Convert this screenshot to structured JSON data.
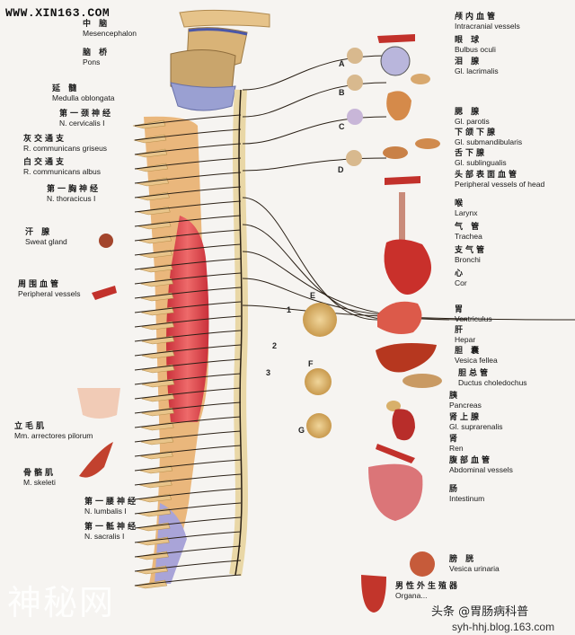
{
  "site_watermark": "WWW.XIN163.COM",
  "left_labels": [
    {
      "zh": "中 脑",
      "la": "Mesencephalon"
    },
    {
      "zh": "脑 桥",
      "la": "Pons"
    },
    {
      "zh": "延 髓",
      "la": "Medulla oblongata"
    },
    {
      "zh": "第一颈神经",
      "la": "N. cervicalis I"
    },
    {
      "zh": "灰交通支",
      "la": "R. communicans griseus"
    },
    {
      "zh": "白交通支",
      "la": "R. communicans albus"
    },
    {
      "zh": "第一胸神经",
      "la": "N. thoracicus I"
    },
    {
      "zh": "汗 腺",
      "la": "Sweat gland"
    },
    {
      "zh": "周围血管",
      "la": "Peripheral vessels"
    },
    {
      "zh": "立毛肌",
      "la": "Mm. arrectores pilorum"
    },
    {
      "zh": "骨骼肌",
      "la": "M. skeleti"
    },
    {
      "zh": "第一腰神经",
      "la": "N. lumbalis I"
    },
    {
      "zh": "第一骶神经",
      "la": "N. sacralis I"
    }
  ],
  "right_labels": [
    {
      "zh": "颅内血管",
      "la": "Intracranial vessels"
    },
    {
      "zh": "眼 球",
      "la": "Bulbus oculi"
    },
    {
      "zh": "泪 腺",
      "la": "Gl. lacrimalis"
    },
    {
      "zh": "腮 腺",
      "la": "Gl. parotis"
    },
    {
      "zh": "下颌下腺",
      "la": "Gl. submandibularis"
    },
    {
      "zh": "舌下腺",
      "la": "Gl. sublingualis"
    },
    {
      "zh": "头部表面血管",
      "la": "Peripheral vessels of head"
    },
    {
      "zh": "喉",
      "la": "Larynx"
    },
    {
      "zh": "气 管",
      "la": "Trachea"
    },
    {
      "zh": "支气管",
      "la": "Bronchi"
    },
    {
      "zh": "心",
      "la": "Cor"
    },
    {
      "zh": "胃",
      "la": "Ventriculus"
    },
    {
      "zh": "肝",
      "la": "Hepar"
    },
    {
      "zh": "胆 囊",
      "la": "Vesica fellea"
    },
    {
      "zh": "胆总管",
      "la": "Ductus choledochus"
    },
    {
      "zh": "胰",
      "la": "Pancreas"
    },
    {
      "zh": "肾上腺",
      "la": "Gl. suprarenalis"
    },
    {
      "zh": "肾",
      "la": "Ren"
    },
    {
      "zh": "腹部血管",
      "la": "Abdominal vessels"
    },
    {
      "zh": "肠",
      "la": "Intestinum"
    },
    {
      "zh": "膀 胱",
      "la": "Vesica urinaria"
    },
    {
      "zh": "男性外生殖器",
      "la": "Organa..."
    }
  ],
  "ganglia_letters": [
    "A",
    "B",
    "C",
    "D",
    "E",
    "F",
    "G"
  ],
  "nerve_numbers": [
    "1",
    "2",
    "3"
  ],
  "bottom_watermark_cn": "神秘网",
  "bottom_watermark_author": "头条 @胃肠病科普",
  "bottom_watermark_url": "syh-hhj.blog.163.com",
  "colors": {
    "bone": "#e8c48a",
    "spinal_cord": "#d9464a",
    "nerve": "#2a2016",
    "organ_red": "#c2312b",
    "ganglion": "#d9b46e",
    "brainstem_blue": "#8f95cf"
  }
}
